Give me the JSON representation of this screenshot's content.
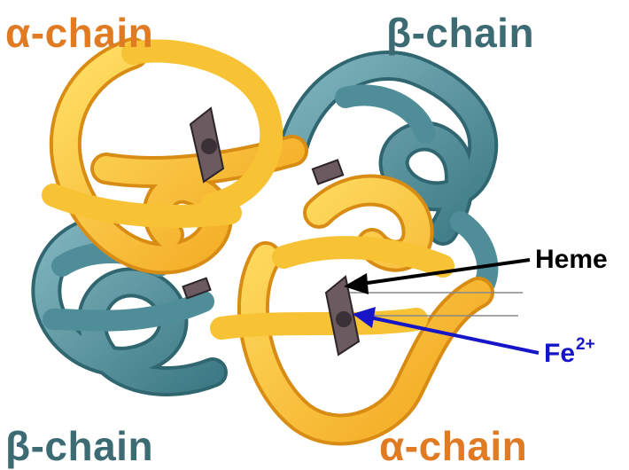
{
  "labels": {
    "alpha_top": "α-chain",
    "beta_top": "β-chain",
    "beta_bottom": "β-chain",
    "alpha_bottom": "α-chain",
    "heme": "Heme",
    "fe": "Fe",
    "fe_charge": "2+"
  },
  "colors": {
    "alpha_chain": "#f5b82e",
    "beta_chain": "#4f8e99",
    "alpha_label": "#e07b23",
    "beta_label": "#3c6b74",
    "heme_arrow": "#000000",
    "fe_arrow": "#1616c8",
    "heme_group": "#6b5a60"
  }
}
